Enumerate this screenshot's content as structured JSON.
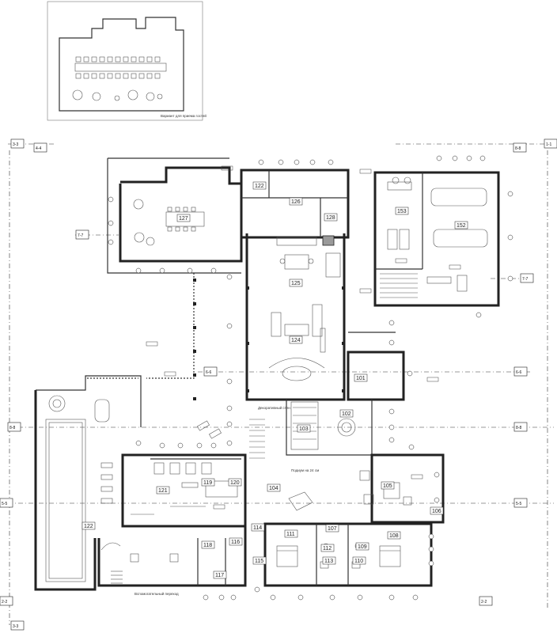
{
  "inset": {
    "caption": "Вариант для приема гостей"
  },
  "axes": {
    "left_top": "3-3",
    "left_top2": "4-4",
    "right_top": "1-1",
    "right_top2": "8-8",
    "left_77": "7-7",
    "right_77": "7-7",
    "left_66": "6-6",
    "right_66": "6-6",
    "left_88": "8-8",
    "right_88": "8-8",
    "left_55": "5-5",
    "right_55": "5-5",
    "left_22": "2-2",
    "right_22": "2-2",
    "bottom_33": "3-3"
  },
  "rooms": {
    "r127": "127",
    "r122": "122",
    "r126": "126",
    "r128": "128",
    "r153": "153",
    "r152": "152",
    "r125": "125",
    "r124": "124",
    "r101": "101",
    "r102": "102",
    "r103": "103",
    "r104": "104",
    "r105": "105",
    "r106": "106",
    "r119": "119",
    "r120": "120",
    "r121": "121",
    "r122b": "122",
    "r111": "111",
    "r107": "107",
    "r108": "108",
    "r109": "109",
    "r110": "110",
    "r112": "112",
    "r113": "113",
    "r114": "114",
    "r115": "115",
    "r116": "116",
    "r117": "117",
    "r118": "118"
  },
  "notes": {
    "stair_note": "Декоративный стен",
    "mid_note": "Подиум на 24 см",
    "bottom_note": "Вспомогательный переход"
  }
}
